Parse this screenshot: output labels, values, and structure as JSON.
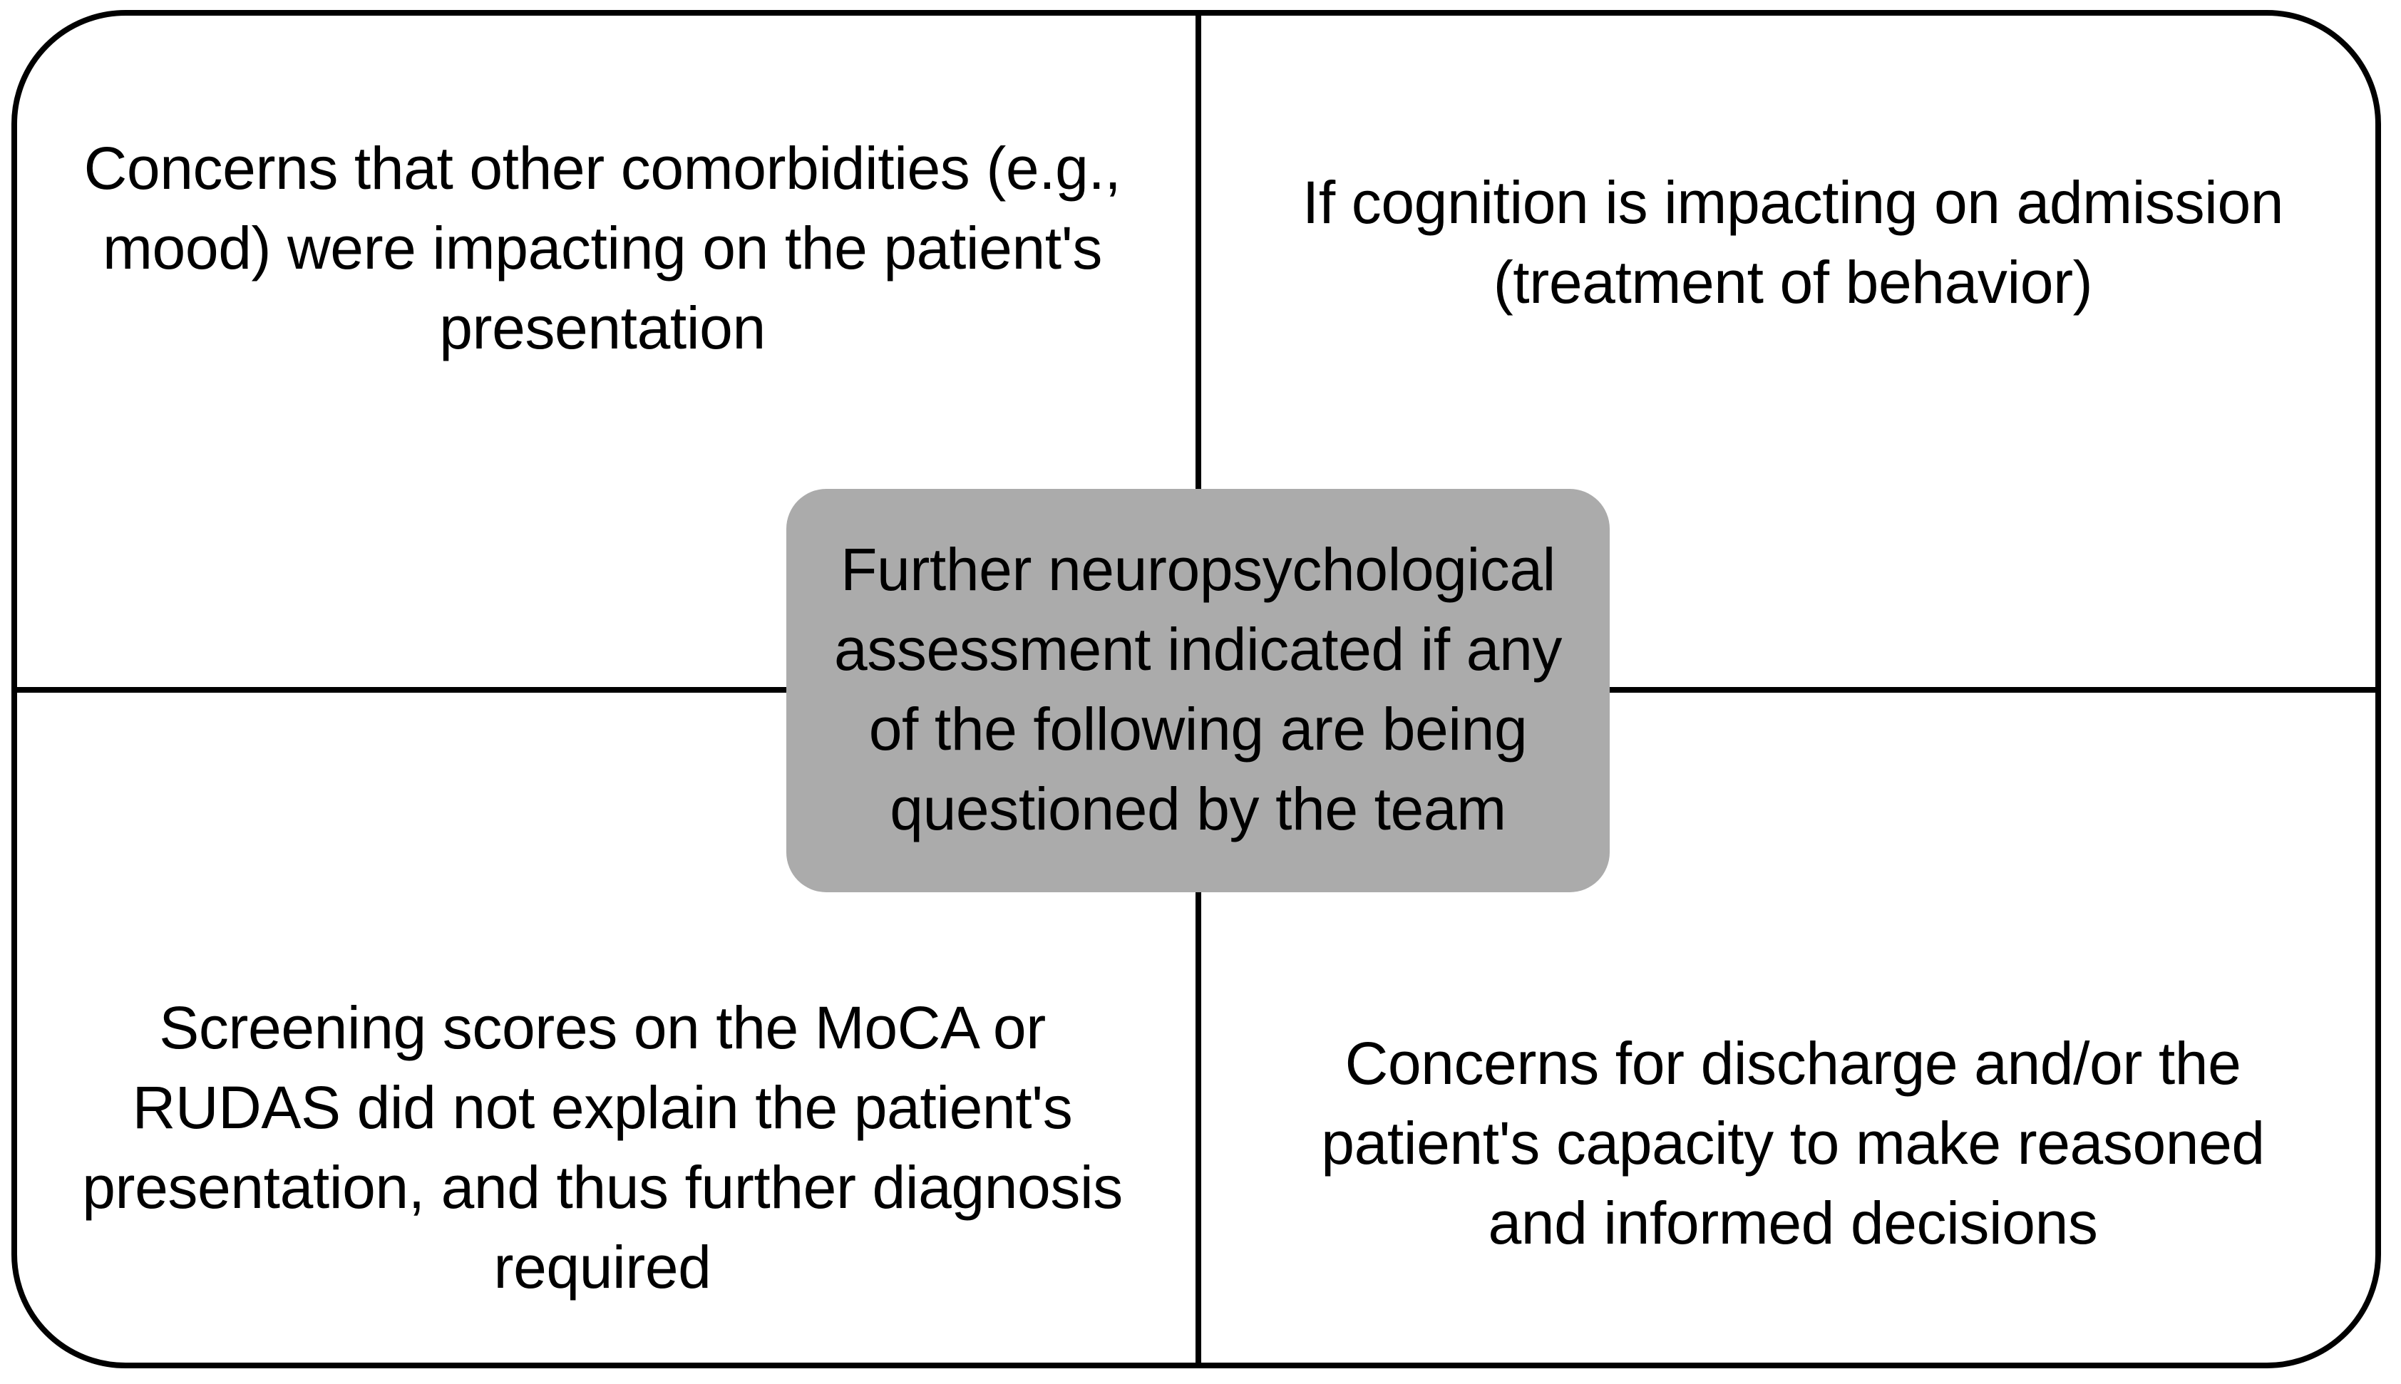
{
  "diagram": {
    "type": "quadrant-with-center-hub",
    "center": {
      "label": "center-hub",
      "text": "Further neuropsychological assessment indicated if any of the following are being questioned by the team",
      "fill_color": "#ababab",
      "text_color": "#000000",
      "shape": "rounded-rectangle"
    },
    "frame": {
      "border_color": "#000000",
      "fill_color": "#ffffff",
      "shape": "rounded-rectangle",
      "divider_color": "#000000"
    },
    "quadrants": [
      {
        "position": "top-left",
        "text": "Concerns that other comorbidities (e.g., mood) were impacting on the patient's presentation"
      },
      {
        "position": "top-right",
        "text": "If cognition is impacting on admission (treatment of behavior)"
      },
      {
        "position": "bottom-left",
        "text": "Screening scores on the MoCA or RUDAS did not explain the patient's presentation, and thus further diagnosis required"
      },
      {
        "position": "bottom-right",
        "text": "Concerns for discharge and/or the patient's capacity to make reasoned and informed decisions"
      }
    ]
  }
}
